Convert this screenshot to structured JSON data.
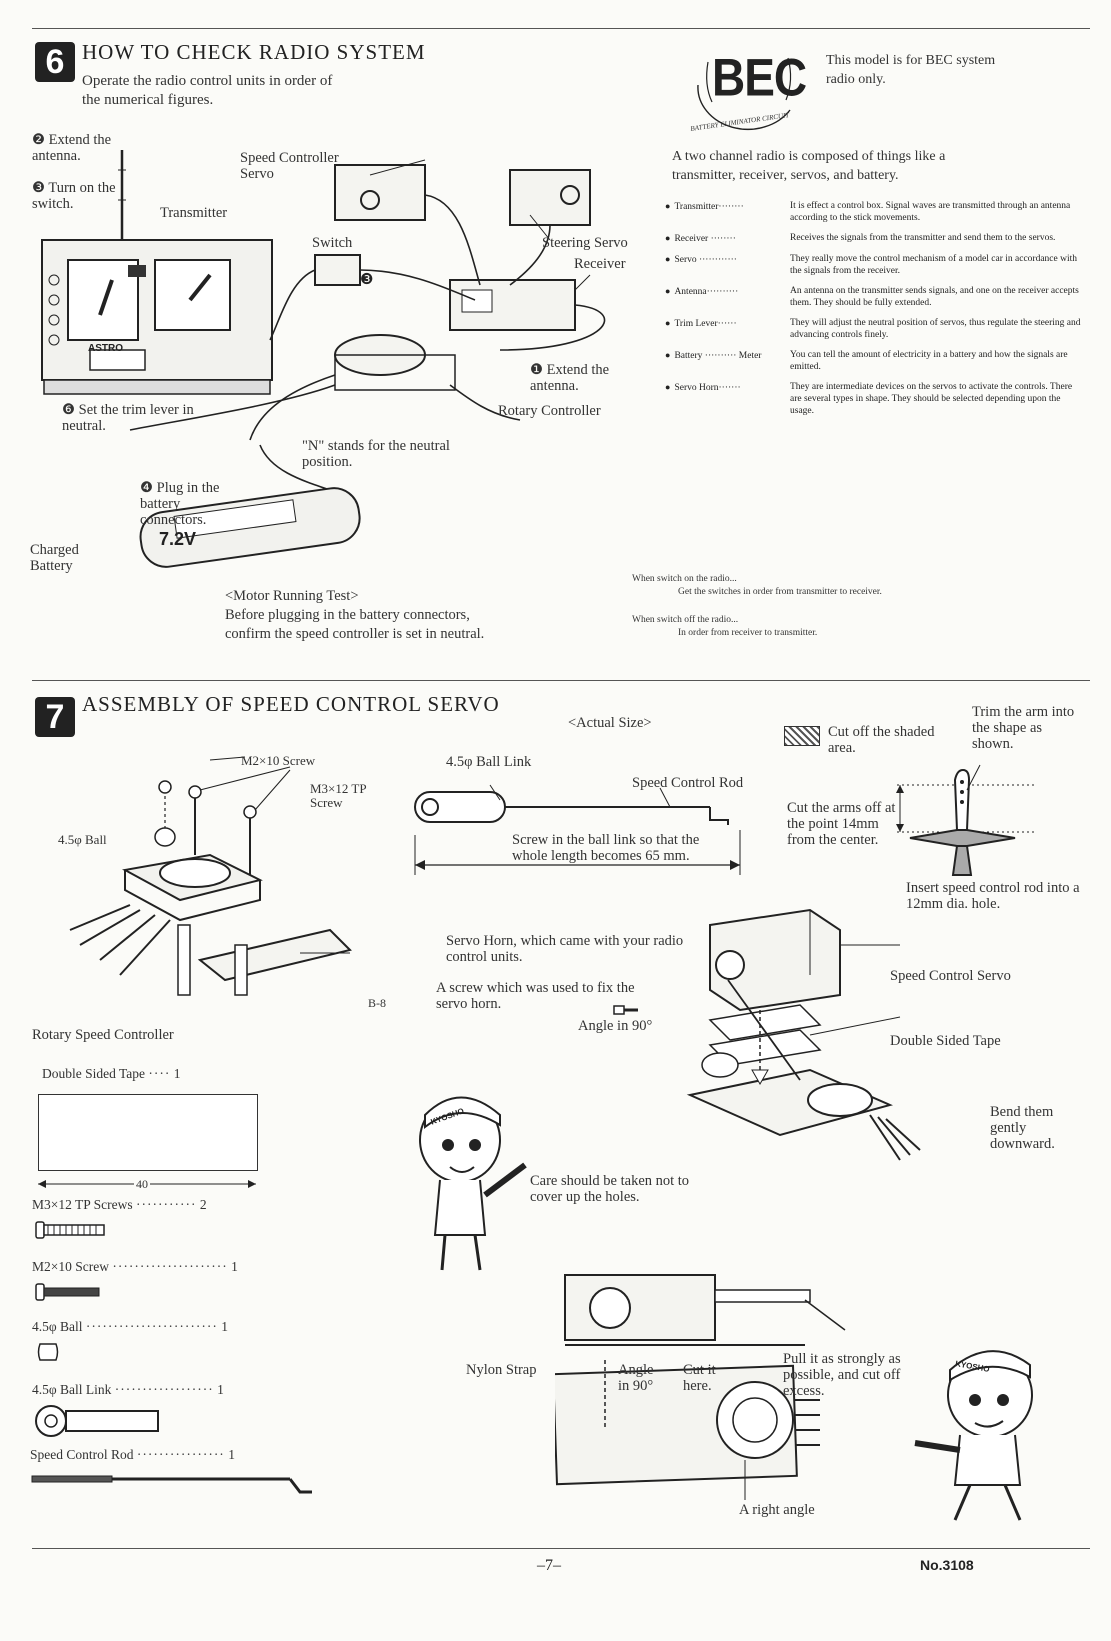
{
  "section6": {
    "number": "6",
    "title": "HOW TO CHECK RADIO SYSTEM",
    "intro_line1": "Operate the radio control units in order of",
    "intro_line2": "the numerical figures.",
    "bec": {
      "logo_text": "BEC",
      "logo_ring": "BATTERY ELIMINATOR CIRCUIT",
      "note_line1": "This model is for BEC system",
      "note_line2": "radio only."
    },
    "steps": {
      "extend_antenna": "❷ Extend the antenna.",
      "turn_on": "❸ Turn on the switch.",
      "plug_in": "❹ Plug in the battery connectors.",
      "extend_receiver": "❶ Extend the antenna.",
      "set_trim": "❻ Set the trim lever in neutral."
    },
    "labels": {
      "speed_controller_servo": "Speed Controller Servo",
      "transmitter": "Transmitter",
      "switch": "Switch",
      "steering_servo": "Steering Servo",
      "receiver": "Receiver",
      "rotary_controller": "Rotary Controller",
      "n_neutral": "\"N\" stands for the neutral position.",
      "charged_battery": "Charged Battery",
      "battery_text": "7.2V",
      "transmitter_brand": "ASTRO",
      "switch_marker": "❸"
    },
    "motor_test": {
      "title": "<Motor Running Test>",
      "line1": "Before plugging in the battery connectors,",
      "line2": "confirm the speed controller is set in neutral."
    },
    "summary_line1": "A two channel radio is composed of things like a",
    "summary_line2": "transmitter, receiver, servos, and battery.",
    "glossary": [
      {
        "term": "Transmitter········",
        "desc": "It is effect a control box. Signal waves are transmitted through an antenna according to the stick movements."
      },
      {
        "term": "Receiver ········",
        "desc": "Receives the signals from the transmitter and send them to the servos."
      },
      {
        "term": "Servo ············",
        "desc": "They really move the control mechanism of a model car in accordance with the signals from the receiver."
      },
      {
        "term": "Antenna··········",
        "desc": "An antenna on the transmitter sends signals, and one on the receiver accepts them. They should be fully extended."
      },
      {
        "term": "Trim Lever······",
        "desc": "They will adjust the neutral position of servos, thus regulate the steering and advancing controls finely."
      },
      {
        "term": "Battery ·········· Meter",
        "desc": "You can tell the amount of electricity in a battery and how the signals are emitted."
      },
      {
        "term": "Servo Horn·······",
        "desc": "They are intermediate devices on the servos to activate the controls. There are several types in shape. They should be selected depending upon the usage."
      }
    ],
    "switch_on": {
      "line1": "When switch on the radio...",
      "line2": "Get the switches in order from transmitter to receiver."
    },
    "switch_off": {
      "line1": "When switch off the radio...",
      "line2": "In order from receiver to transmitter."
    }
  },
  "section7": {
    "number": "7",
    "title": "ASSEMBLY OF SPEED CONTROL SERVO",
    "actual_size": "<Actual Size>",
    "labels": {
      "m2_screw": "M2×10 Screw",
      "m3_screw": "M3×12 TP Screw",
      "ball": "4.5φ Ball",
      "b8": "B-8",
      "rotary_speed_controller": "Rotary Speed Controller",
      "ball_link": "4.5φ Ball Link",
      "speed_control_rod": "Speed Control Rod",
      "screw_in": "Screw in the ball link so that the whole length becomes 65 mm.",
      "cut_shaded": "Cut off the shaded area.",
      "trim_arm": "Trim the arm into the shape as shown.",
      "cut_arms": "Cut the arms off at the point 14mm from the center.",
      "insert_rod": "Insert speed control rod into a 12mm dia. hole.",
      "servo_horn": "Servo Horn, which came with your radio control units.",
      "screw_used": "A screw which was used to fix the servo horn.",
      "angle90": "Angle in 90°",
      "speed_control_servo": "Speed Control Servo",
      "double_sided_tape": "Double Sided Tape",
      "bend": "Bend them gently downward.",
      "care": "Care should be taken not to cover up the holes.",
      "nylon_strap": "Nylon Strap",
      "angle_in_90": "Angle in 90°",
      "cut_here": "Cut it here.",
      "pull": "Pull it as strongly as possible, and cut off excess.",
      "right_angle": "A right angle",
      "cap_text": "KYOSHO"
    },
    "parts": [
      {
        "name": "Double Sided Tape",
        "qty": "1",
        "dim": "40"
      },
      {
        "name": "M3×12 TP Screws",
        "qty": "2"
      },
      {
        "name": "M2×10 Screw",
        "qty": "1"
      },
      {
        "name": "4.5φ Ball",
        "qty": "1"
      },
      {
        "name": "4.5φ Ball Link",
        "qty": "1"
      },
      {
        "name": "Speed Control Rod",
        "qty": "1"
      }
    ]
  },
  "footer": {
    "page": "–7–",
    "code": "No.3108"
  }
}
